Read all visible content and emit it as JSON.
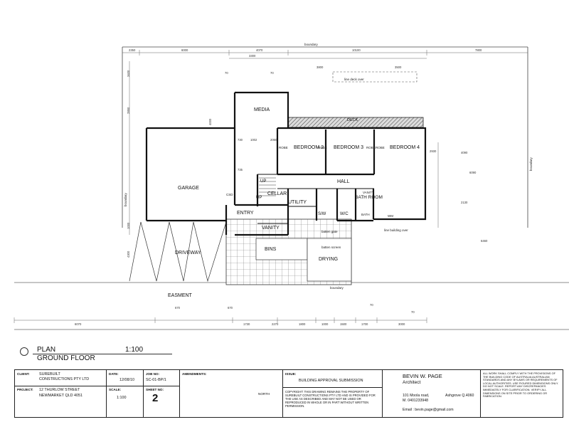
{
  "plan": {
    "rooms": {
      "media": "MEDIA",
      "bedroom2": "BEDROOM 2",
      "bedroom3": "BEDROOM 3",
      "bedroom4": "BEDROOM 4",
      "garage": "GARAGE",
      "hall": "HALL",
      "cellar": "CELLAR",
      "utility": "UTILITY",
      "entry": "ENTRY",
      "vanity": "VANITY",
      "bath_room": "BATH ROOM",
      "sw": "S/W",
      "wc": "W/C",
      "bins": "BINS",
      "drying": "DRYING",
      "driveway": "DRIVEWAY",
      "easment": "EASMENT",
      "deck": "DECK",
      "up1": "UP",
      "up2": "UP"
    },
    "small_labels": {
      "robe1": "ROBE",
      "robe2": "ROBE",
      "robe3": "ROBE",
      "robe4": "ROBE",
      "bath": "BATH",
      "vanity_small": "VANITY",
      "wm": "WM",
      "csd": "CSD",
      "boundary_top": "boundary",
      "boundary_left": "boundary",
      "boundary_right": "boundary",
      "boundary_bottom": "boundary",
      "line_deck_over": "line deck over",
      "line_building_over": "line building over",
      "batten_gate": "batten gate",
      "batten_screen": "batten screen"
    },
    "dims_top": [
      "2350",
      "6000",
      "4070",
      "10100",
      "7800"
    ],
    "dims_top2": [
      "3300",
      "3800",
      "3500"
    ],
    "dims_bottom": [
      "6070",
      "1730",
      "2270",
      "1800",
      "1000",
      "1500",
      "1700",
      "3000"
    ],
    "dims_right": [
      "2930",
      "4090",
      "6090",
      "2130"
    ],
    "dims_left": [
      "3400",
      "2850",
      "4000",
      "4300",
      "1000"
    ],
    "dim_misc": [
      "70",
      "70",
      "70",
      "70",
      "670",
      "670",
      "1002",
      "2060",
      "730",
      "6460",
      "735"
    ]
  },
  "title": {
    "plan_label": "PLAN",
    "floor_label": "GROUND FLOOR",
    "scale": "1:100"
  },
  "titleblock": {
    "client_label": "CLIENT:",
    "client_value_1": "SUREBUILT",
    "client_value_2": "CONSTRUCTIONS PTY LTD",
    "project_label": "PROJECT:",
    "project_value_1": "12 THURLOW STREET",
    "project_value_2": "NEWMARKET QLD 4051",
    "date_label": "DATE:",
    "date_value": "12/08/10",
    "scale_label": "SCALE:",
    "scale_value": "1:100",
    "jobno_label": "JOB NO:",
    "jobno_value": "SC-01-BP/1",
    "sheet_label": "SHEET NO:",
    "sheet_value": "2",
    "amend_label": "AMENDMENTS:",
    "north_label": "NORTH",
    "issue_label": "ISSUE:",
    "issue_value": "BUILDING APPROVAL SUBMISSION",
    "copyright": "COPYRIGHT: THIS DRAWING REMAINS THE PROPERTY OF SUREBUILT CONSTRUCTIONS PTY LTD AND IS PROVIDED FOR THE USE AS DESCRIBED AND MAY NOT BE USED OR REPRODUCED IN WHOLE OR IN PART WITHOUT WRITTEN PERMISSION.",
    "architect_name": "BEVIN W. PAGE",
    "architect_title": "Architect",
    "architect_addr": "101 Moola road,",
    "architect_suburb": "Ashgrove Q.4060",
    "architect_mobile": "M. 0401233948",
    "architect_email": "Email : bevin.page@gmail.com",
    "compliance_note": "ALL WORK SHALL COMPLY WITH THE PROVISIONS OF THE BUILDING CODE OF AUSTRALIA AUSTRALIAN STANDARDS AND ANY BYLAWS OR REQUIREMENTS OF LOCAL AUTHORITIES. USE FIGURED DIMENSIONS ONLY. DO NOT SCALE. REPORT ANY DISCREPANCIES IMMEDIATELY FOR CLARIFICATION. VERIFY ALL DIMENSIONS ON SITE PRIOR TO ORDERING OR FABRICATION."
  }
}
